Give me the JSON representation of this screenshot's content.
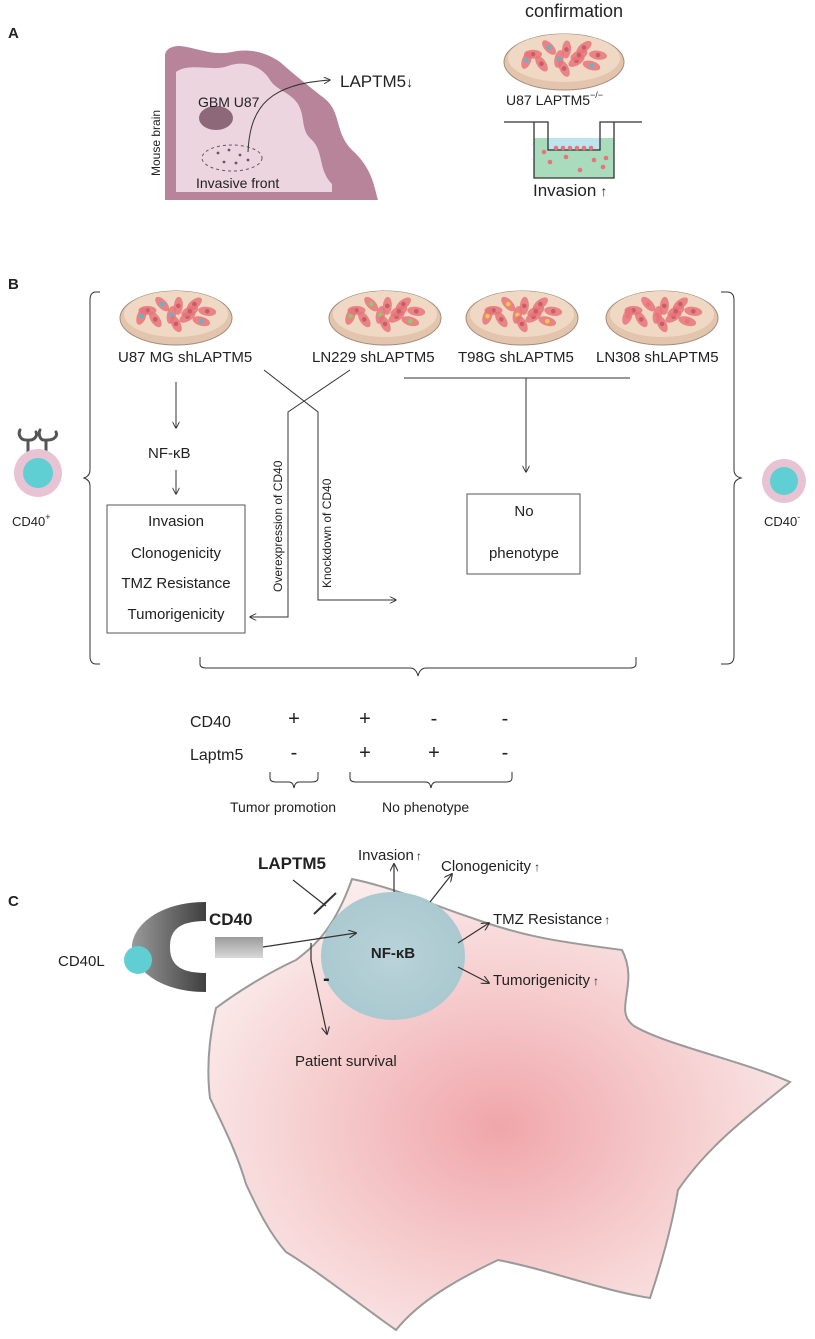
{
  "panels": {
    "a": {
      "letter": "A",
      "side_label": "Mouse brain",
      "tumor_label": "GBM U87",
      "front_label": "Invasive front",
      "result_label": "LAPTM5",
      "result_arrow": "↓",
      "confirm_title": "confirmation",
      "cell_line": "U87 LAPTM5",
      "cell_line_sup": "−/−",
      "invasion_label": "Invasion",
      "invasion_arrow": "↑"
    },
    "b": {
      "letter": "B",
      "cell_lines": [
        "U87 MG shLAPTM5",
        "LN229 shLAPTM5",
        "T98G shLAPTM5",
        "LN308 shLAPTM5"
      ],
      "nfkb": "NF-κB",
      "outcomes": [
        "Invasion",
        "Clonogenicity",
        "TMZ Resistance",
        "Tumorigenicity"
      ],
      "no_pheno_line1": "No",
      "no_pheno_line2": "phenotype",
      "overexpression": "Overexpression of CD40",
      "knockdown": "Knockdown of CD40",
      "cd40_pos": "CD40",
      "cd40_pos_sup": "+",
      "cd40_neg": "CD40",
      "cd40_neg_sup": "-",
      "table_row1_label": "CD40",
      "table_row2_label": "Laptm5",
      "table_row1": [
        "+",
        "+",
        "-",
        "-"
      ],
      "table_row2": [
        "-",
        "+",
        "+",
        "-"
      ],
      "group1": "Tumor promotion",
      "group2": "No phenotype"
    },
    "c": {
      "letter": "C",
      "laptm5": "LAPTM5",
      "receptor": "CD40",
      "ligand": "CD40L",
      "nucleus": "NF-κB",
      "minus": "-",
      "survival": "Patient survival",
      "effects": [
        {
          "label": "Invasion",
          "arrow": "↑"
        },
        {
          "label": "Clonogenicity",
          "arrow": "↑"
        },
        {
          "label": "TMZ Resistance",
          "arrow": "↑"
        },
        {
          "label": "Tumorigenicity",
          "arrow": "↑"
        }
      ]
    }
  },
  "colors": {
    "brain_dark": "#b7849a",
    "brain_light": "#ecd5df",
    "tumor": "#8c6878",
    "dish": "#f0d9c4",
    "cell_pink": "#e8737a",
    "cell_blue": "#5fb6cc",
    "cell_green": "#8acb6e",
    "cell_yellow": "#f0c84a",
    "well_blue": "#bfe4ee",
    "well_green": "#a9dcbc",
    "cell_halo": "#e8c3d3",
    "cell_core": "#5fcfd4",
    "cancer_cell": "#f5dede",
    "nucleus": "#bcd6dc",
    "receptor_dark": "#5e5e5e",
    "line": "#333333"
  }
}
